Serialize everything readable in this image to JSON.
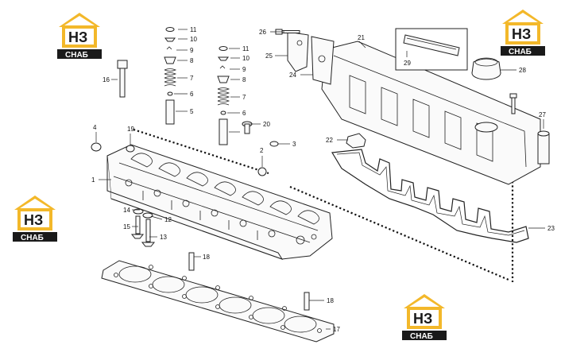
{
  "brand": {
    "logo_letters": "НЗ",
    "logo_sub": "СНАБ",
    "accent": "#f3b82a",
    "dark": "#1a1a1a"
  },
  "callouts": {
    "c1": "1",
    "c2": "2",
    "c3": "3",
    "c4": "4",
    "c5": "5",
    "c6a": "6",
    "c6b": "6",
    "c7a": "7",
    "c7b": "7",
    "c8a": "8",
    "c8b": "8",
    "c9a": "9",
    "c9b": "9",
    "c10a": "10",
    "c10b": "10",
    "c11a": "11",
    "c11b": "11",
    "c12": "12",
    "c13": "13",
    "c14": "14",
    "c15": "15",
    "c16": "16",
    "c17": "17",
    "c18a": "18",
    "c18b": "18",
    "c19": "19",
    "c20": "20",
    "c21": "21",
    "c22": "22",
    "c23": "23",
    "c24": "24",
    "c25": "25",
    "c26": "26",
    "c27": "27",
    "c28": "28",
    "c29": "29"
  }
}
